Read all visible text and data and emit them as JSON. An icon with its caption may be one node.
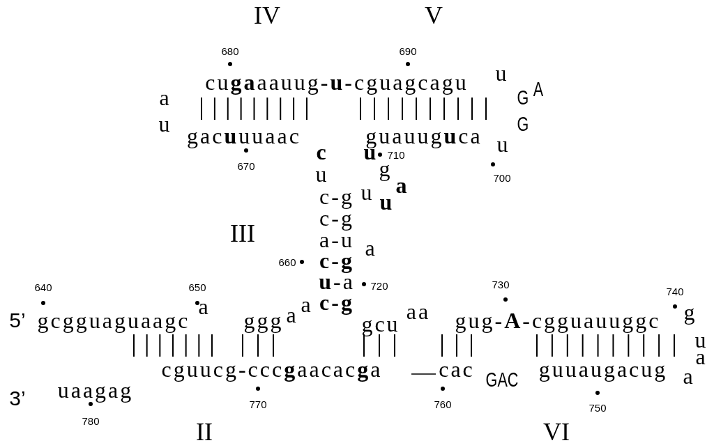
{
  "diagram": {
    "labels": [
      "IV",
      "V",
      "680",
      "690",
      "cu**ga**aauug-**u**-cguagcagu",
      "u",
      "a",
      "G",
      "A",
      "u",
      "G",
      "gac**u**uuaac",
      "guauug**u**ca",
      "u",
      "**c**",
      "**u**",
      "710",
      "670",
      "g",
      "u",
      "700",
      "**a**",
      "c-g",
      "u",
      "**u**",
      "c-g",
      "III",
      "a-u",
      "a",
      "660",
      "**c-g**",
      "720",
      "**u**-a",
      "730",
      "640",
      "650",
      "740",
      "**c-g**",
      "a",
      "a",
      "aa",
      "g",
      "a",
      "5’",
      "gcgguaguaagc",
      "ggg",
      "gcu",
      "gug-**A**-cgguauuggc",
      "u",
      "a",
      "cguucg-ccc**g**aacac**g**a",
      "cac",
      "guuaugacug",
      "a",
      "GAC",
      "3’",
      "uaagag",
      "770",
      "760",
      "750",
      "780",
      "II",
      "VI"
    ]
  }
}
